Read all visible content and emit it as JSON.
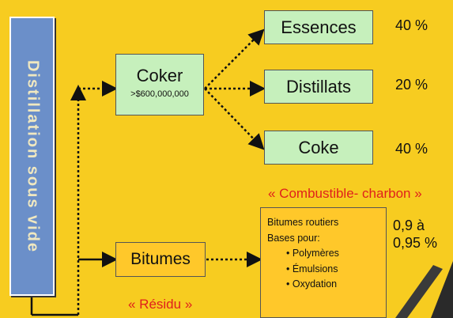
{
  "vacuum_column": {
    "label": "Distillation sous vide"
  },
  "coker": {
    "title": "Coker",
    "cost": ">$600,000,000"
  },
  "products": [
    {
      "name": "Essences",
      "percent": "40 %"
    },
    {
      "name": "Distillats",
      "percent": "20 %"
    },
    {
      "name": "Coke",
      "percent": "40 %"
    }
  ],
  "coke_note": "« Combustible- charbon »",
  "bitumes": {
    "title": "Bitumes",
    "note": "« Résidu »"
  },
  "bitumes_uses": {
    "line1": "Bitumes routiers",
    "line2": "Bases pour:",
    "items": [
      "• Polymères",
      "• Émulsions",
      "• Oxydation"
    ]
  },
  "bitumes_ratio": {
    "line1": "0,9 à",
    "line2": "0,95 %"
  },
  "colors": {
    "background": "#f7cc20",
    "green_box": "#c6f0bc",
    "orange_box": "#ffc82a",
    "column": "#6b8fc9",
    "note_red": "#e0201c"
  }
}
